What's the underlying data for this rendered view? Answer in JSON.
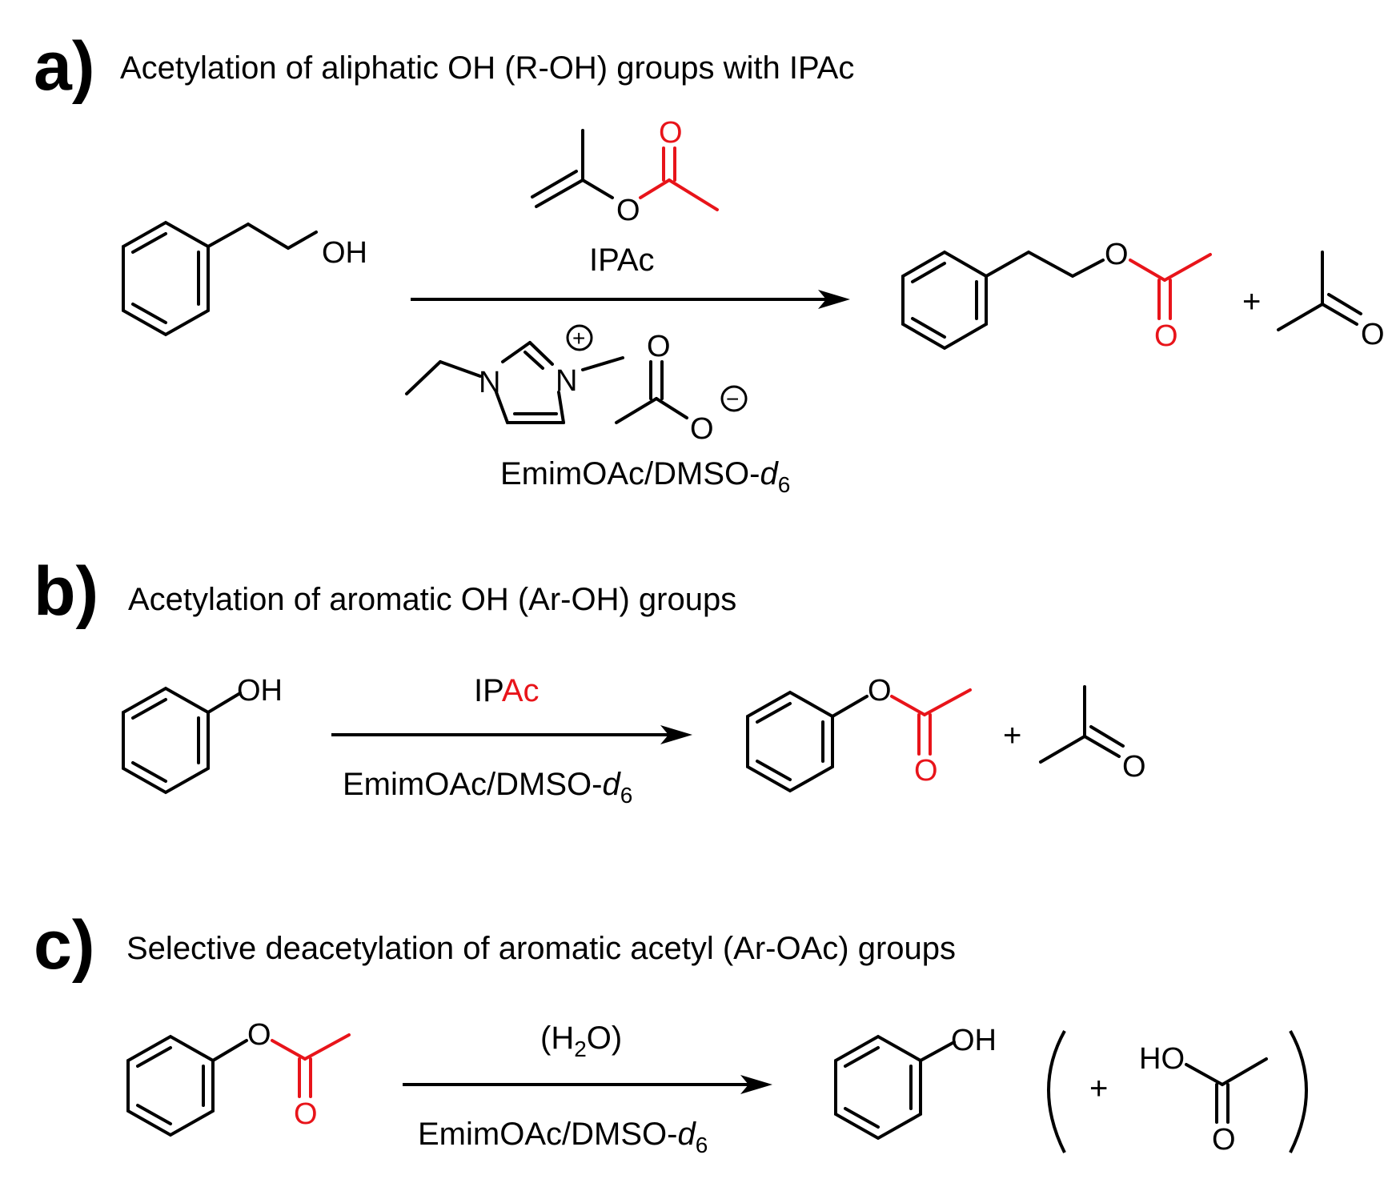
{
  "colors": {
    "highlight": "#e8141a",
    "ink": "#000000",
    "background": "#ffffff"
  },
  "panels": [
    {
      "letter": "a)",
      "title": "Acetylation of aliphatic OH (R-OH) groups with IPAc",
      "reagent_label": "IPAc",
      "solvent_label": "EmimOAc/DMSO-",
      "solvent_subscript": "d",
      "solvent_index": "6",
      "plus": "+"
    },
    {
      "letter": "b)",
      "title": "Acetylation of aromatic OH (Ar-OH) groups",
      "reagent_label_black": "IP",
      "reagent_label_red": "Ac",
      "solvent_label": "EmimOAc/DMSO-",
      "solvent_subscript": "d",
      "solvent_index": "6",
      "plus": "+"
    },
    {
      "letter": "c)",
      "title": "Selective deacetylation of aromatic acetyl (Ar-OAc) groups",
      "reagent_label_open": "(H",
      "reagent_label_sub": "2",
      "reagent_label_close": "O)",
      "solvent_label": "EmimOAc/DMSO-",
      "solvent_subscript": "d",
      "solvent_index": "6",
      "plus": "+"
    }
  ],
  "atoms": {
    "OH": "OH",
    "HO": "HO",
    "O": "O",
    "N": "N",
    "plus_charge": "+",
    "minus_charge": "−"
  }
}
